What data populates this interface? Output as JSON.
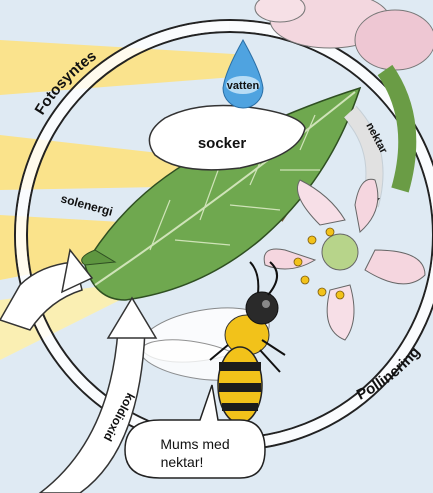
{
  "diagram": {
    "labels": {
      "photosynthesis": "Fotosyntes",
      "pollination": "Pollinering",
      "water": "vatten",
      "sugar": "socker",
      "nectar": "nektar",
      "solar_energy": "solenergi",
      "carbon_dioxide": "koldioxid"
    },
    "speech_bubble": {
      "line1": "Mums med",
      "line2": "nektar!"
    }
  },
  "colors": {
    "sky": "#dfeaf3",
    "sun_rays": "#ffe27a",
    "leaf": "#6fa84f",
    "water_drop": "#4fa3e0",
    "flower": "#f5d6df",
    "bee_stripes": "#f2c21a"
  },
  "icons": [
    "water-drop-icon",
    "leaf-illustration",
    "flower-illustration",
    "bee-illustration",
    "sun-rays"
  ]
}
